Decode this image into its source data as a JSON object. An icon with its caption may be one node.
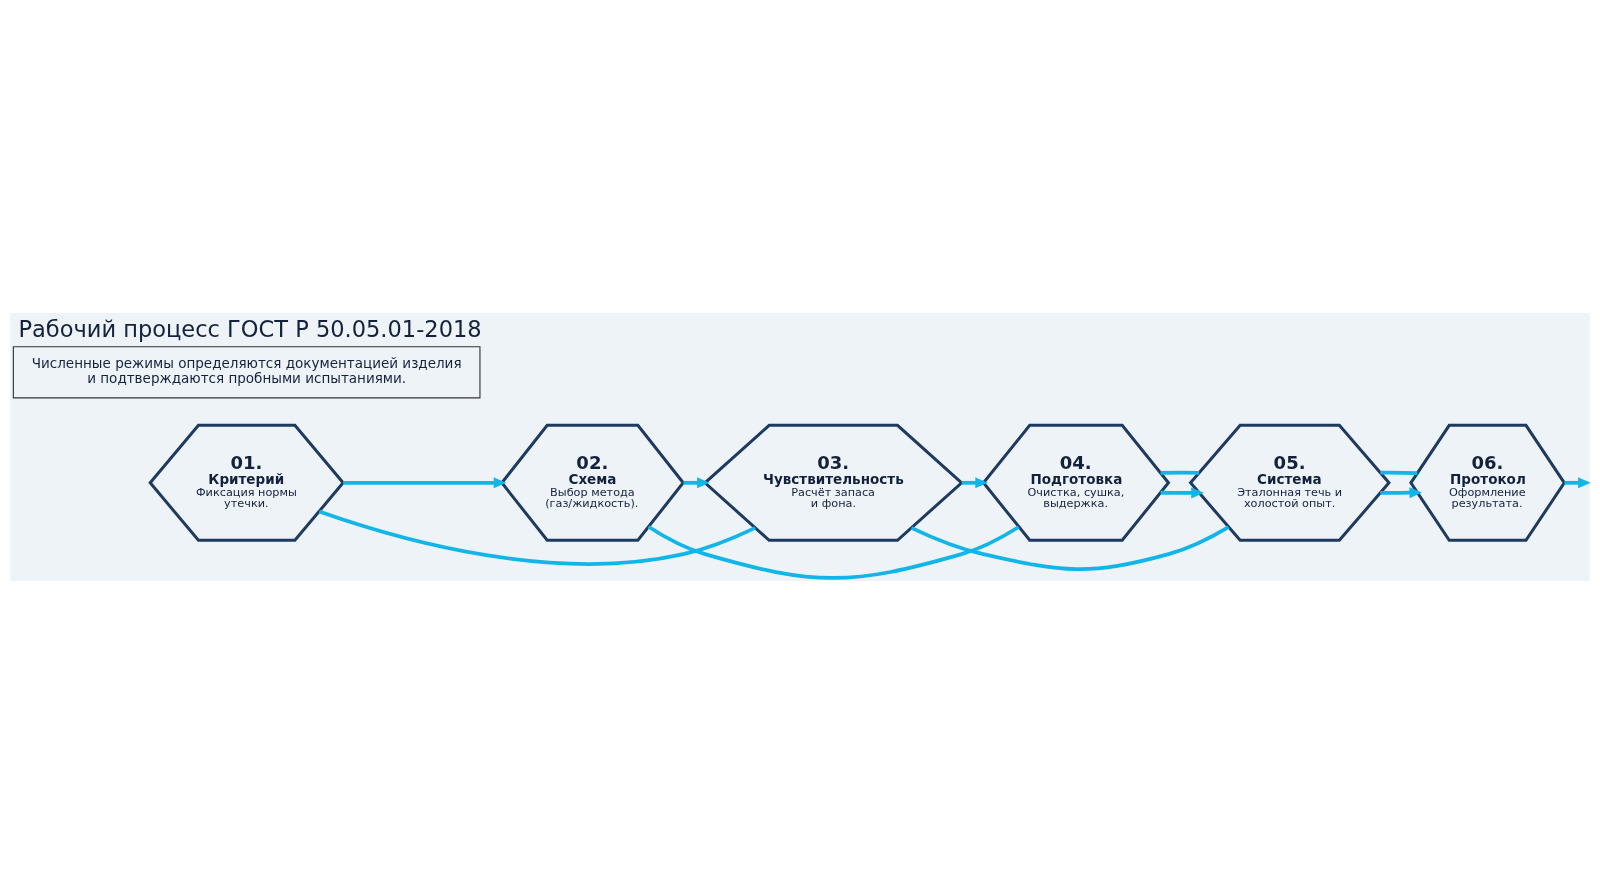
{
  "diagram": {
    "title": "Рабочий процесс ГОСТ Р 50.05.01-2018",
    "nodes": [
      {
        "text": [
          "01.",
          "Критерий",
          "Фиксация нормы утечки."
        ]
      },
      {
        "text": [
          "02.",
          "Схема",
          "Выбор метода (газ/жидкость)."
        ]
      },
      {
        "text": [
          "03.",
          "Чувствительность",
          "Расчёт запаса и фона."
        ]
      },
      {
        "text": [
          "04.",
          "Подготовка",
          "Очистка, сушка, выдержка."
        ]
      },
      {
        "text": [
          "05.",
          "Система",
          "Эталонная течь и холостой опыт."
        ]
      },
      {
        "text": [
          "06.",
          "Протокол",
          "Оформление результата."
        ]
      },
      {
        "text": [
          "Численные режимы определяются документацией изделия и подтверждаются пробными испытаниями."
        ]
      }
    ],
    "edges": [
      {
        "from": 0,
        "to": 1,
        "arrow": "to"
      },
      {
        "from": 1,
        "to": 2,
        "arrow": "to"
      },
      {
        "from": 2,
        "to": 3,
        "arrow": "to"
      },
      {
        "from": 3,
        "to": 4,
        "arrow": "to"
      },
      {
        "from": 4,
        "to": 5,
        "arrow": "to"
      },
      {
        "from": 5,
        "to": null,
        "arrow": "to"
      },
      {
        "from": 0,
        "to": 2,
        "arrow": "none"
      },
      {
        "from": 2,
        "to": 4,
        "arrow": "none"
      },
      {
        "from": 4,
        "to": 5,
        "arrow": "none"
      },
      {
        "from": 1,
        "to": 3,
        "arrow": "none"
      },
      {
        "from": 3,
        "to": 4,
        "arrow": "none"
      }
    ]
  }
}
